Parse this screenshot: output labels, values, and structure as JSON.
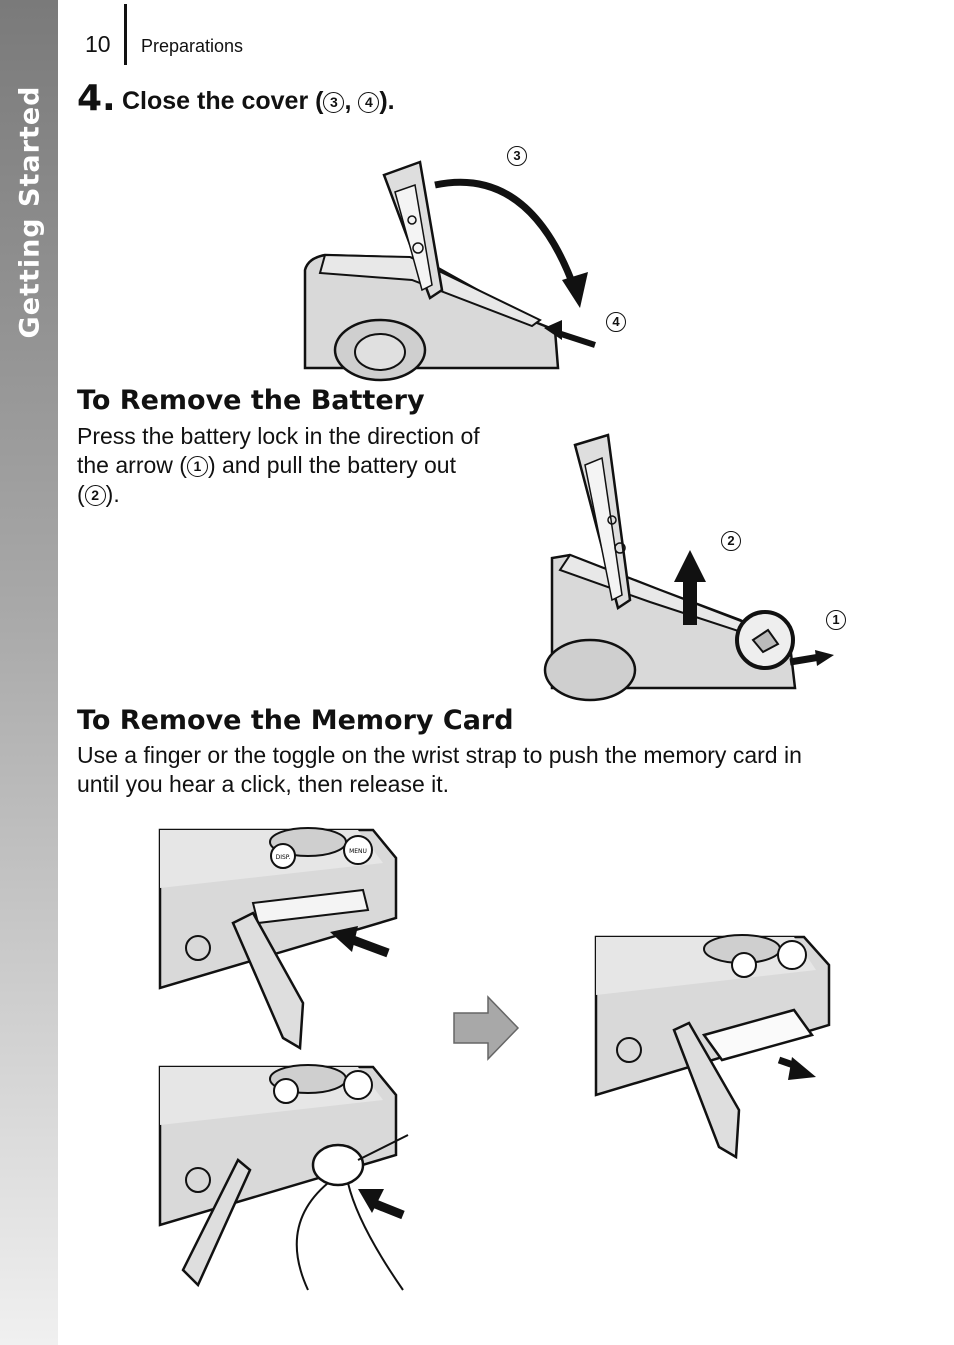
{
  "side_tab": {
    "label": "Getting Started"
  },
  "header": {
    "page_number": "10",
    "section": "Preparations"
  },
  "step": {
    "number": "4.",
    "text_before": "Close the cover (",
    "marker_a": "3",
    "separator": ", ",
    "marker_b": "4",
    "text_after": ")."
  },
  "remove_battery": {
    "heading": "To Remove the Battery",
    "line1": "Press the battery lock in the direction of",
    "line2_before": "the arrow (",
    "marker_1": "1",
    "line2_after": ") and pull the battery out",
    "line3_before": "(",
    "marker_2": "2",
    "line3_after": ")."
  },
  "remove_card": {
    "heading": "To Remove the Memory Card",
    "line1": "Use a finger or the toggle on the wrist strap to push the memory card in",
    "line2": "until you hear a click, then release it."
  },
  "figures": {
    "cover_callouts": [
      "3",
      "4"
    ],
    "battery_callouts": [
      "2",
      "1"
    ],
    "button_labels": [
      "DISP.",
      "MENU"
    ]
  }
}
